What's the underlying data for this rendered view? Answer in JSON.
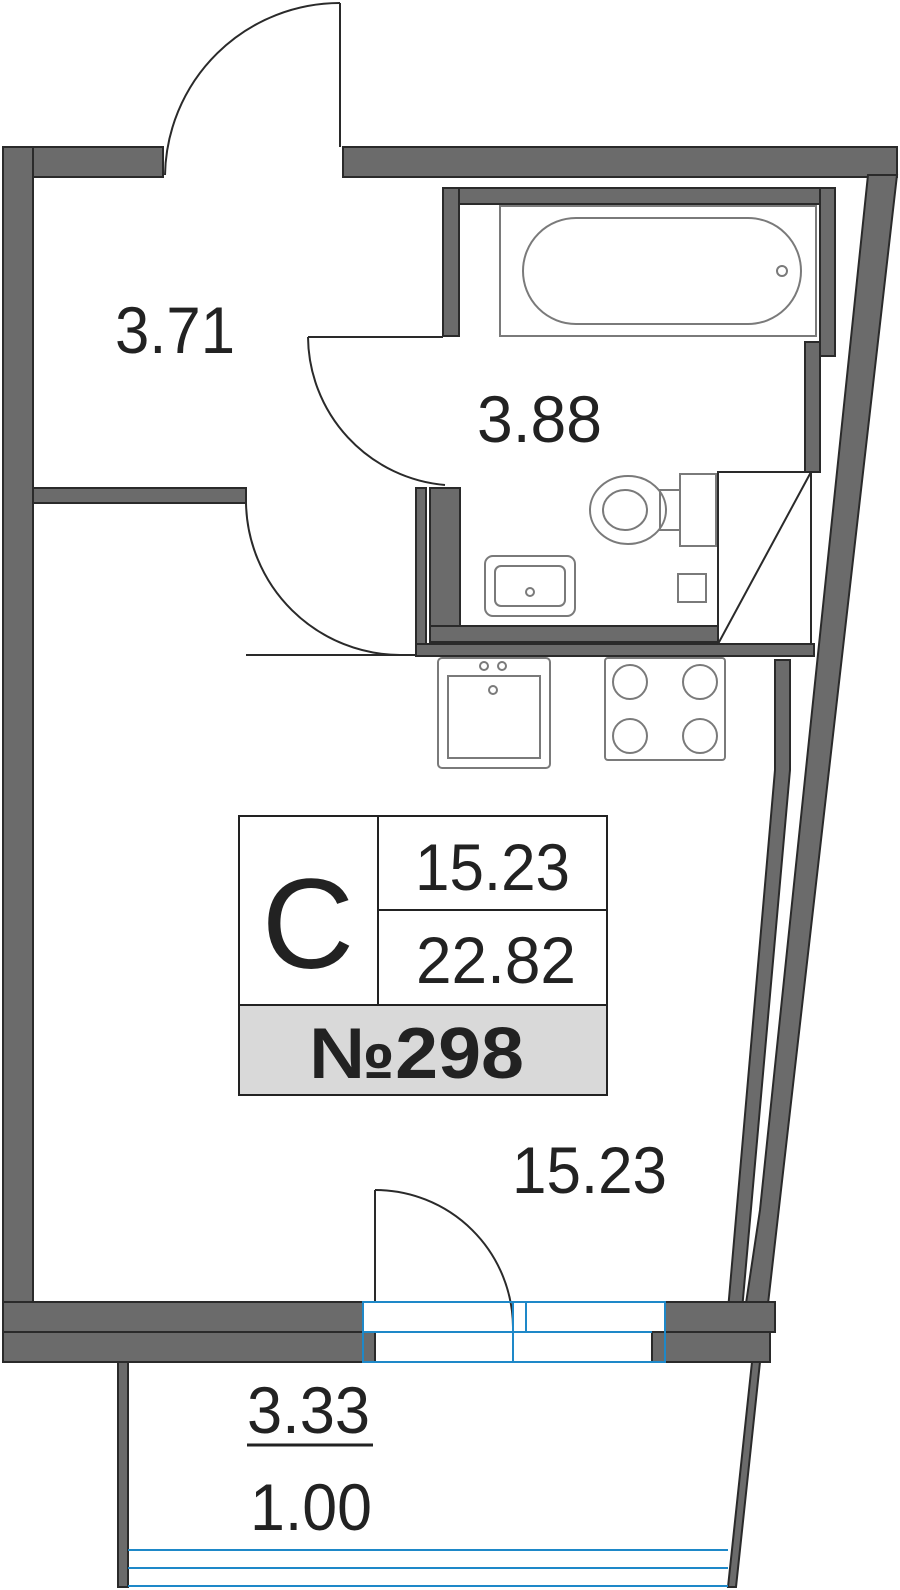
{
  "rooms": {
    "hall_area": "3.71",
    "bathroom_area": "3.88",
    "main_room_area": "15.23",
    "balcony_area": "3.33",
    "balcony_coefficient": "1.00"
  },
  "legend": {
    "type_letter": "C",
    "living_area": "15.23",
    "total_area": "22.82",
    "apartment_number": "№298"
  },
  "colors": {
    "wall": "#6b6b6b",
    "glass": "#1e88c8",
    "legend_band": "#d9d9d9"
  }
}
